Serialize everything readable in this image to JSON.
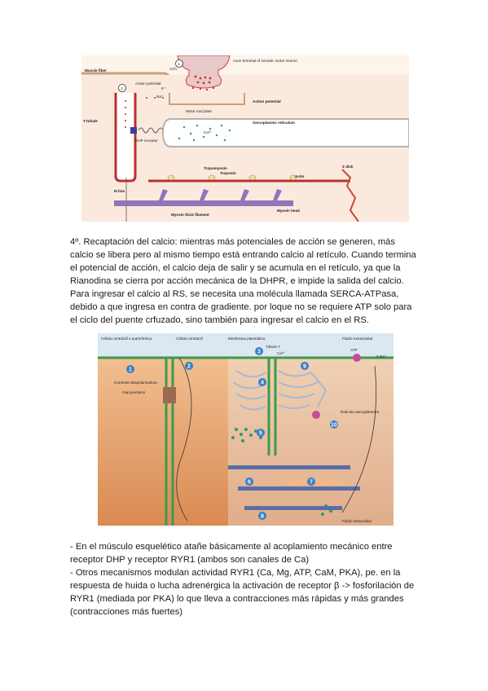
{
  "figure1": {
    "labels": {
      "muscle_fiber": "Muscle fiber",
      "axon_terminal": "Axon terminal of somatic motor neuron",
      "ach": "ACh",
      "action_potential_left": "Action potential",
      "na": "Na⁺",
      "k": "K⁺",
      "motor_end_plate": "Motor end plate",
      "action_potential_right": "Action potential",
      "t_tubule": "T-tubule",
      "sarcoplasmic_reticulum": "Sarcoplasmic reticulum",
      "ca": "Ca²⁺",
      "dhp_receptor": "DHP receptor",
      "tropomyosin": "Tropomyosin",
      "troponin": "Troponin",
      "actin": "Actin",
      "z_disk": "Z disk",
      "m_line": "M line",
      "myosin_head": "Myosin head",
      "myosin_thick_filament": "Myosin thick filament",
      "step1": "1",
      "step2": "2"
    }
  },
  "paragraph1": "4º. Recaptación del calcio: mientras más potenciales de acción se generen, más calcio se libera pero al mismo tiempo está entrando calcio al retículo. Cuando termina el potencial de acción, el calcio deja de salir y se acumula en el retículo, ya que la Rianodina se cierra por acción mecánica de la DHPR, e impide la salida del calcio. Para ingresar el calcio al RS, se necesita una molécula llamada SERCA-ATPasa, debido a que ingresa en contra de gradiente. por loque no se requiere ATP solo para el ciclo del puente crfuzado, sino también para ingresar el calcio en el RS.",
  "figure2": {
    "labels": {
      "celula_contractil_autorritmica": "Célula contráctil o autorrítmica",
      "celula_contractil": "Célula contráctil",
      "membrana_plasmatica": "Membrana plasmática",
      "tubulo_t": "Túbulo T",
      "liquido_extracelular": "Fluido extracelular",
      "corriente_despolarizadora": "Corriente despolarizadora",
      "gap_junctions": "Gap junctions",
      "reticulo_sarcoplasmico": "Retículo sarcoplásmico",
      "liquido_intracelular": "Fluido intracelular",
      "atp": "ATP",
      "ca": "Ca²⁺",
      "na3": "3 Na⁺",
      "steps": [
        "1",
        "2",
        "3",
        "4",
        "5",
        "6",
        "7",
        "8",
        "9",
        "10"
      ]
    }
  },
  "paragraph2": [
    "- En el músculo esquelético atañe básicamente al acoplamiento mecánico entre receptor DHP y receptor RYR1 (ambos son canales de Ca)",
    "- Otros mecanismos modulan actividad RYR1 (Ca, Mg, ATP, CaM, PKA), pe. en la respuesta de huida o lucha adrenérgica la activación de receptor β -> fosforilación de RYR1 (mediada por PKA) lo que lleva a contracciones más rápidas y más grandes (contracciones más fuertes)"
  ],
  "colors": {
    "membrane_red": "#b8312f",
    "pink_fill": "#f3dcdc",
    "green_dots": "#2f9a6a",
    "blue_step": "#3a7ec8",
    "cyto_top": "#f5c79a",
    "cyto_bottom": "#d98a52",
    "sky": "#dbe7f1"
  }
}
